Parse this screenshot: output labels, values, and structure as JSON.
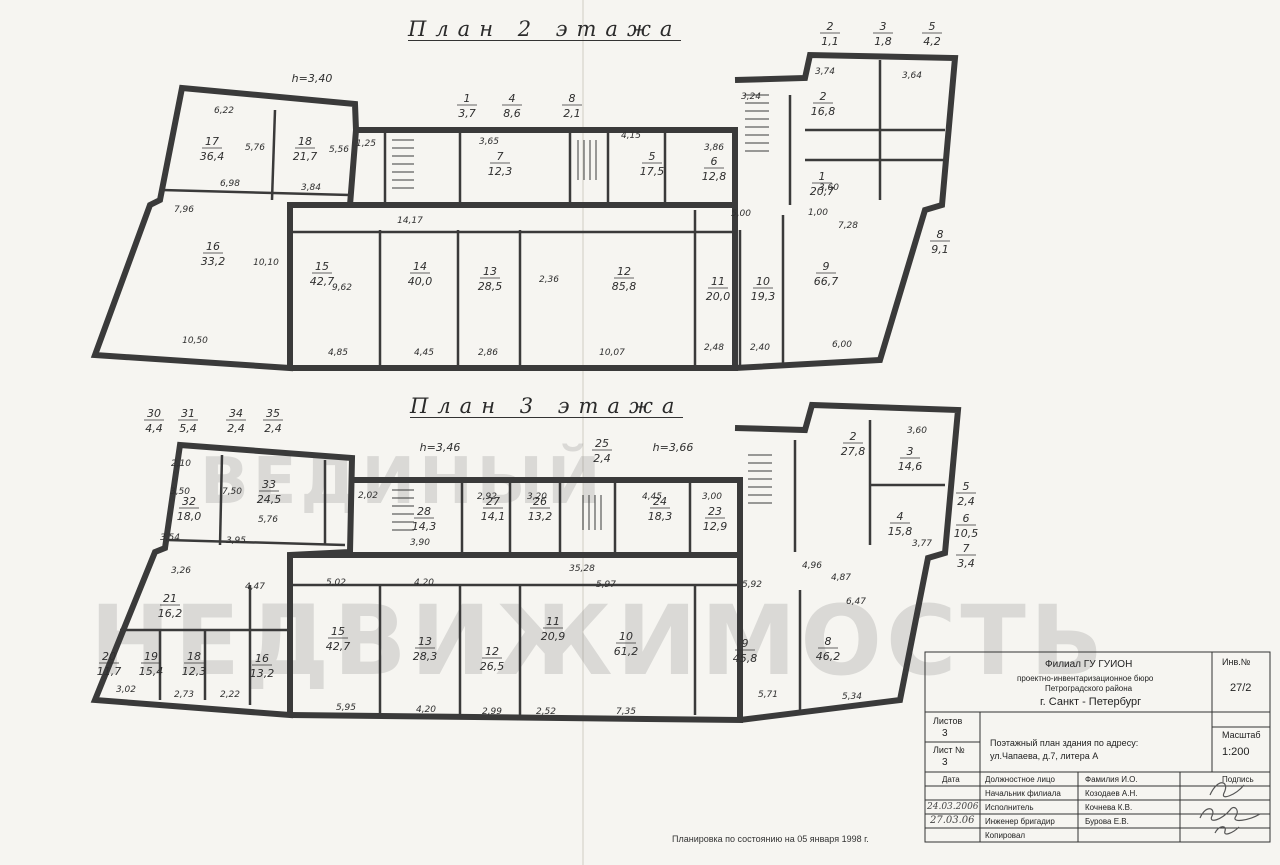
{
  "floor2": {
    "title": "План 2 этажа",
    "height": "h=3,40",
    "rooms": [
      {
        "no": "17",
        "area": "36,4"
      },
      {
        "no": "18",
        "area": "21,7"
      },
      {
        "no": "2",
        "area": "16,8"
      },
      {
        "no": "16",
        "area": "33,2"
      },
      {
        "no": "15",
        "area": "42,7"
      },
      {
        "no": "14",
        "area": "40,0"
      },
      {
        "no": "13",
        "area": "28,5"
      },
      {
        "no": "12",
        "area": "85,8"
      },
      {
        "no": "11",
        "area": "20,0"
      },
      {
        "no": "10",
        "area": "19,3"
      },
      {
        "no": "9",
        "area": "66,7"
      },
      {
        "no": "5",
        "area": "17,5"
      },
      {
        "no": "6",
        "area": "12,8"
      },
      {
        "no": "1",
        "area": "20,7"
      },
      {
        "no": "7",
        "area": "12,3"
      }
    ],
    "top_refs": [
      {
        "no": "1",
        "area": "3,7"
      },
      {
        "no": "4",
        "area": "8,6"
      },
      {
        "no": "8",
        "area": "2,1"
      },
      {
        "no": "2",
        "area": "1,1"
      },
      {
        "no": "3",
        "area": "1,8"
      },
      {
        "no": "5",
        "area": "4,2"
      }
    ],
    "side_ref": {
      "no": "8",
      "area": "9,1"
    },
    "dims": [
      "6,22",
      "5,76",
      "5,56",
      "6,98",
      "3,84",
      "7,96",
      "10,10",
      "10,50",
      "4,85",
      "4,45",
      "2,86",
      "10,07",
      "2,48",
      "2,40",
      "6,00",
      "7,28",
      "9,62",
      "1,25",
      "2,36",
      "3,65",
      "3,86",
      "4,15",
      "3,74",
      "3,64",
      "3,24",
      "3,60",
      "5,00",
      "1,00",
      "14,17"
    ]
  },
  "floor3": {
    "title": "План 3 этажа",
    "heights": [
      "h=3,46",
      "h=3,66"
    ],
    "rooms": [
      {
        "no": "33",
        "area": "24,5"
      },
      {
        "no": "32",
        "area": "18,0"
      },
      {
        "no": "28",
        "area": "14,3"
      },
      {
        "no": "27",
        "area": "14,1"
      },
      {
        "no": "26",
        "area": "13,2"
      },
      {
        "no": "24",
        "area": "18,3"
      },
      {
        "no": "23",
        "area": "12,9"
      },
      {
        "no": "2",
        "area": "27,8"
      },
      {
        "no": "3",
        "area": "14,6"
      },
      {
        "no": "4",
        "area": "15,8"
      },
      {
        "no": "21",
        "area": "16,2"
      },
      {
        "no": "20",
        "area": "11,7"
      },
      {
        "no": "19",
        "area": "15,4"
      },
      {
        "no": "18",
        "area": "12,3"
      },
      {
        "no": "16",
        "area": "13,2"
      },
      {
        "no": "15",
        "area": "42,7"
      },
      {
        "no": "13",
        "area": "28,3"
      },
      {
        "no": "12",
        "area": "26,5"
      },
      {
        "no": "11",
        "area": "20,9"
      },
      {
        "no": "10",
        "area": "61,2"
      },
      {
        "no": "9",
        "area": "45,8"
      },
      {
        "no": "8",
        "area": "46,2"
      }
    ],
    "top_refs": [
      {
        "no": "30",
        "area": "4,4"
      },
      {
        "no": "31",
        "area": "5,4"
      },
      {
        "no": "34",
        "area": "2,4"
      },
      {
        "no": "35",
        "area": "2,4"
      },
      {
        "no": "25",
        "area": "2,4"
      }
    ],
    "side_refs": [
      {
        "no": "5",
        "area": "2,4"
      },
      {
        "no": "6",
        "area": "10,5"
      },
      {
        "no": "7",
        "area": "3,4"
      }
    ],
    "dims": [
      "2,10",
      "3,50",
      "7,50",
      "5,76",
      "3,54",
      "3,95",
      "2,02",
      "3,90",
      "2,92",
      "3,20",
      "4,45",
      "3,00",
      "3,26",
      "4,47",
      "5,02",
      "4,20",
      "5,92",
      "5,97",
      "3,02",
      "2,73",
      "2,22",
      "5,95",
      "4,20",
      "2,99",
      "2,52",
      "7,35",
      "5,71",
      "5,34",
      "6,47",
      "4,96",
      "4,87",
      "3,60",
      "3,77",
      "35,28"
    ]
  },
  "watermark": {
    "line1": "ВЕДИНЫЙ",
    "line2": "НЕДВИЖИМОСТЬ"
  },
  "title_block": {
    "org_line1": "Филиал ГУ ГУИОН",
    "org_line2": "проектно-инвентаризационное бюро",
    "org_line3": "Петроградского района",
    "city": "г. Санкт - Петербург",
    "inv_label": "Инв.№",
    "inv_value": "27/2",
    "sheets_label": "Листов",
    "sheets_value": "3",
    "sheet_no_label": "Лист №",
    "sheet_no_value": "3",
    "description_line1": "Поэтажный план здания по адресу:",
    "description_line2": "ул.Чапаева, д.7, литера А",
    "scale_label": "Масштаб",
    "scale_value": "1:200",
    "header_date": "Дата",
    "header_position": "Должностное лицо",
    "header_name": "Фамилия И.О.",
    "header_sign": "Подпись",
    "rows": [
      {
        "date": "",
        "position": "Начальник филиала",
        "name": "Козодаев А.Н."
      },
      {
        "date": "24.03.2006",
        "position": "Исполнитель",
        "name": "Кочнева К.В."
      },
      {
        "date": "27.03.06",
        "position": "Инженер бригадир",
        "name": "Бурова Е.В."
      },
      {
        "date": "",
        "position": "Копировал",
        "name": ""
      }
    ]
  },
  "footnote": "Планировка по состоянию на 05 января 1998 г.",
  "colors": {
    "ink": "#2f2f2f",
    "paper": "#f6f5f1",
    "watermark": "#9a9a9a"
  }
}
